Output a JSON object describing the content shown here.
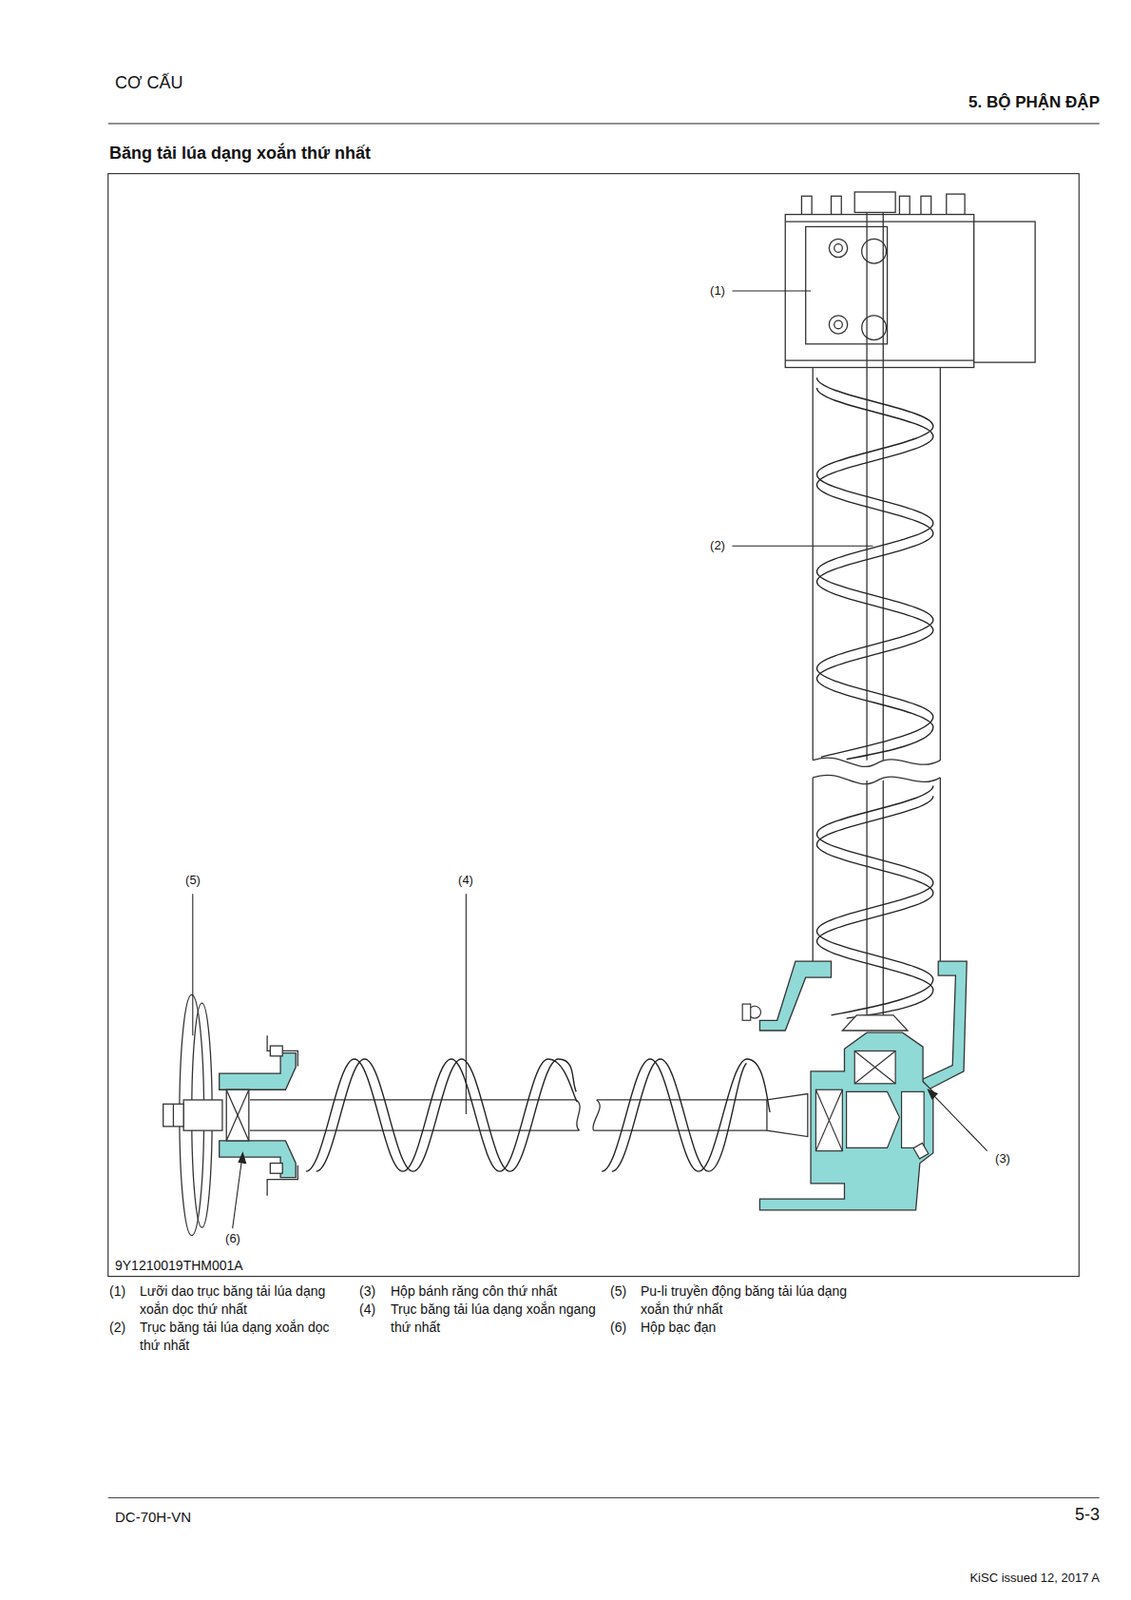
{
  "diagram": {
    "title": "Băng tải lúa dạng xoắn thứ nhất",
    "labels": [
      "CƠ CẤU",
      "5. BỘ PHẬN ĐẬP",
      "(1)",
      "(2)",
      "(3)",
      "(4)",
      "(5)",
      "(6)",
      "9Y1210019THM001A",
      "(1)",
      "Lưỡi dao trục băng tải lúa dạng xoắn dọc thứ nhất",
      "(2)",
      "Trục băng tải lúa dạng xoắn dọc thứ nhất",
      "(3)",
      "Hộp bánh răng côn thứ nhất",
      "(4)",
      "Trục băng tải lúa dạng xoắn ngang thứ nhất",
      "(5)",
      "Pu-li truyền động băng tải lúa dạng xoắn thứ nhất",
      "(6)",
      "Hộp bạc đạn",
      "DC-70H-VN",
      "5-3",
      "KiSC issued 12, 2017 A"
    ]
  }
}
